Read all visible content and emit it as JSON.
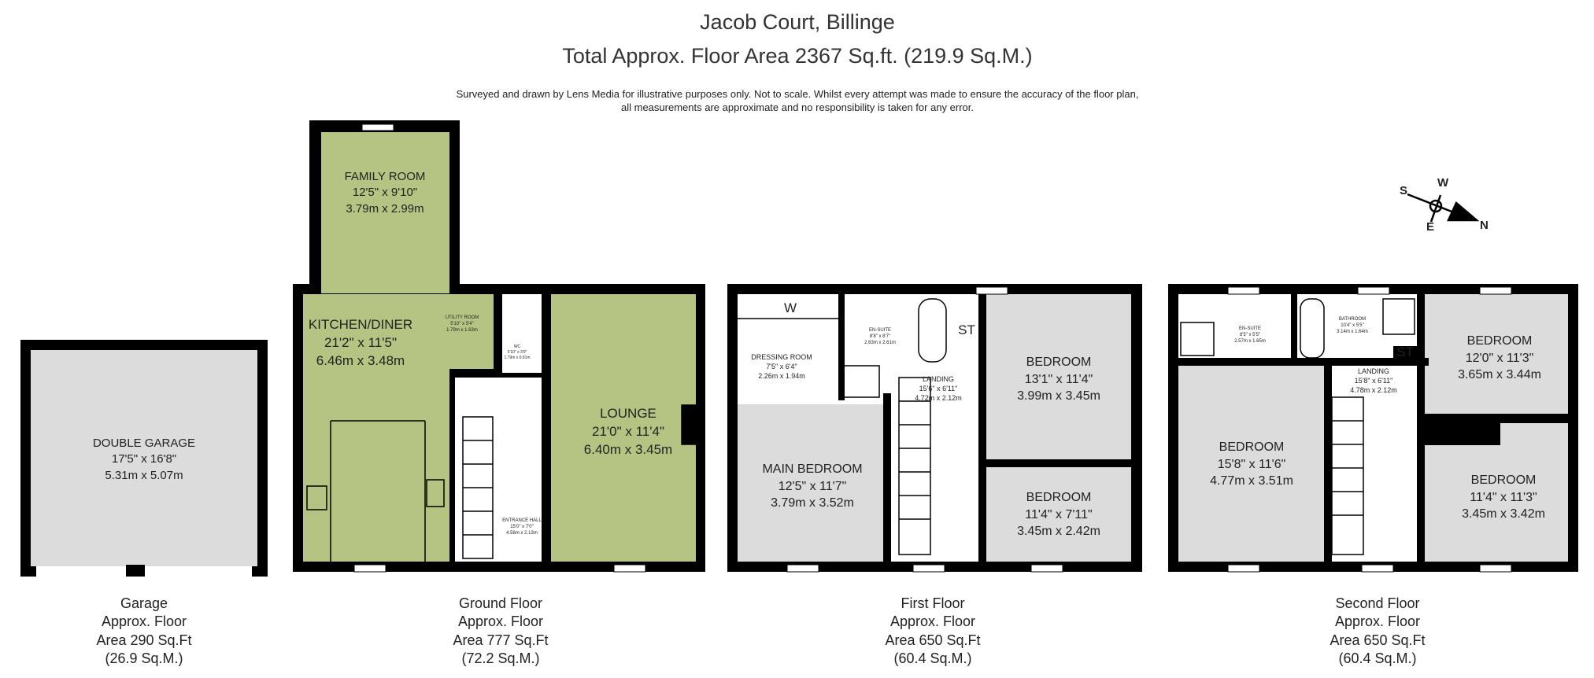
{
  "header": {
    "title": "Jacob Court, Billinge",
    "subtitle": "Total Approx. Floor Area 2367 Sq.ft. (219.9 Sq.M.)",
    "disclaimer_line1": "Surveyed and drawn by Lens Media for illustrative purposes only. Not to scale. Whilst every attempt was made to ensure the accuracy of the floor plan,",
    "disclaimer_line2": "all measurements are approximate and no responsibility is taken for any error."
  },
  "compass": {
    "n": "N",
    "s": "S",
    "e": "E",
    "w": "W"
  },
  "colors": {
    "green": "#b5c483",
    "grey": "#dcdcdc",
    "wall": "#000000"
  },
  "garage": {
    "rooms": [
      {
        "name": "DOUBLE GARAGE",
        "imperial": "17'5\" x 16'8\"",
        "metric": "5.31m x 5.07m"
      }
    ],
    "label": {
      "name": "Garage",
      "line1": "Approx. Floor",
      "line2": "Area 290 Sq.Ft",
      "line3": "(26.9 Sq.M.)"
    }
  },
  "ground": {
    "rooms": [
      {
        "name": "FAMILY ROOM",
        "imperial": "12'5\" x 9'10\"",
        "metric": "3.79m x 2.99m"
      },
      {
        "name": "KITCHEN/DINER",
        "imperial": "21'2\" x 11'5\"",
        "metric": "6.46m x 3.48m"
      },
      {
        "name": "UTILITY ROOM",
        "imperial": "5'10\" x 5'4\"",
        "metric": "1.79m x 1.63m"
      },
      {
        "name": "WC",
        "imperial": "5'10\" x 3'0\"",
        "metric": "1.79m x 0.91m"
      },
      {
        "name": "LOUNGE",
        "imperial": "21'0\" x 11'4\"",
        "metric": "6.40m x 3.45m"
      },
      {
        "name": "ENTRANCE HALL",
        "imperial": "15'0\" x 7'0\"",
        "metric": "4.58m x 2.13m"
      }
    ],
    "label": {
      "name": "Ground Floor",
      "line1": "Approx. Floor",
      "line2": "Area 777 Sq.Ft",
      "line3": "(72.2 Sq.M.)"
    }
  },
  "first": {
    "rooms": [
      {
        "name": "DRESSING ROOM",
        "imperial": "7'5\" x 6'4\"",
        "metric": "2.26m x 1.94m"
      },
      {
        "name": "EN-SUITE",
        "imperial": "8'8\" x 8'7\"",
        "metric": "2.63m x 2.61m"
      },
      {
        "name": "MAIN BEDROOM",
        "imperial": "12'5\" x 11'7\"",
        "metric": "3.79m x 3.52m"
      },
      {
        "name": "LANDING",
        "imperial": "15'6\" x 6'11\"",
        "metric": "4.72m x 2.12m"
      },
      {
        "name": "BEDROOM",
        "imperial": "13'1\" x 11'4\"",
        "metric": "3.99m x 3.45m"
      },
      {
        "name": "BEDROOM",
        "imperial": "11'4\" x 7'11\"",
        "metric": "3.45m x 2.42m"
      }
    ],
    "wardrobe": "W",
    "store": "ST",
    "label": {
      "name": "First Floor",
      "line1": "Approx. Floor",
      "line2": "Area 650 Sq.Ft",
      "line3": "(60.4 Sq.M.)"
    }
  },
  "second": {
    "rooms": [
      {
        "name": "EN-SUITE",
        "imperial": "8'5\" x 5'5\"",
        "metric": "2.57m x 1.65m"
      },
      {
        "name": "BATHROOM",
        "imperial": "10'4\" x 5'5\"",
        "metric": "3.14m x 1.64m"
      },
      {
        "name": "BEDROOM",
        "imperial": "15'8\" x 11'6\"",
        "metric": "4.77m x 3.51m"
      },
      {
        "name": "LANDING",
        "imperial": "15'8\" x 6'11\"",
        "metric": "4.78m x 2.12m"
      },
      {
        "name": "BEDROOM",
        "imperial": "12'0\" x 11'3\"",
        "metric": "3.65m x 3.44m"
      },
      {
        "name": "BEDROOM",
        "imperial": "11'4\" x 11'3\"",
        "metric": "3.45m x 3.42m"
      }
    ],
    "store": "ST",
    "label": {
      "name": "Second Floor",
      "line1": "Approx. Floor",
      "line2": "Area 650 Sq.Ft",
      "line3": "(60.4 Sq.M.)"
    }
  }
}
